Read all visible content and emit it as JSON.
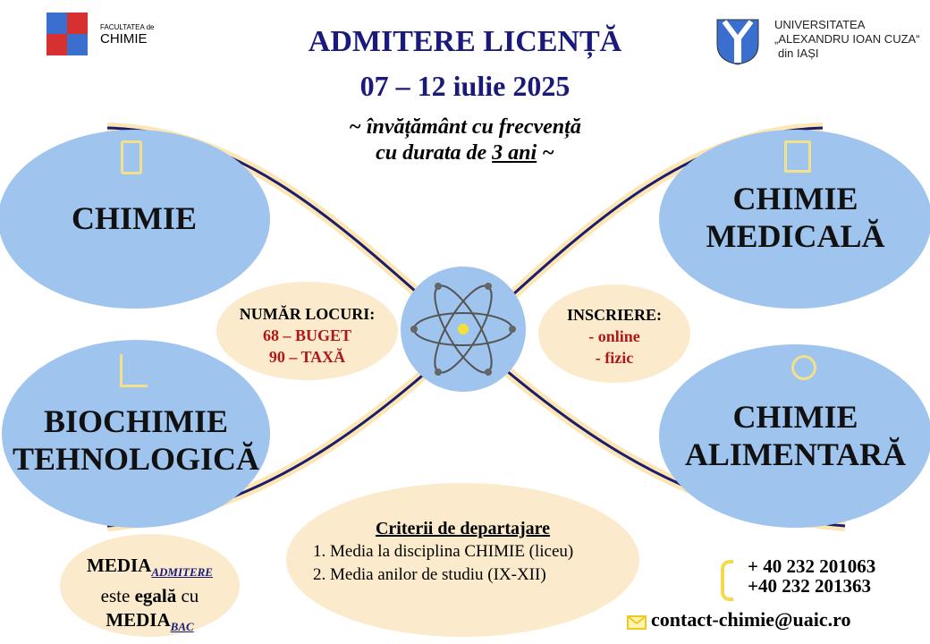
{
  "header": {
    "title": "ADMITERE LICENȚĂ",
    "dates": "07 – 12 iulie 2025",
    "subtitle_line1": "~ învățământ cu frecvență",
    "subtitle_line2_prefix": "cu durata de ",
    "subtitle_line2_duration": "3 ani",
    "subtitle_line2_suffix": " ~"
  },
  "logos": {
    "faculty_small": "FACULTATEA de",
    "faculty_big": "CHIMIE",
    "university_line1": "UNIVERSITATEA",
    "university_line2": "„ALEXANDRU IOAN CUZA“",
    "university_line3": "din IAȘI"
  },
  "programs": [
    {
      "name": "CHIMIE"
    },
    {
      "line1": "CHIMIE",
      "line2": "MEDICALĂ"
    },
    {
      "line1": "BIOCHIMIE",
      "line2": "TEHNOLOGICĂ"
    },
    {
      "line1": "CHIMIE",
      "line2": "ALIMENTARĂ"
    }
  ],
  "places": {
    "title": "NUMĂR LOCURI:",
    "budget": "68 – BUGET",
    "fee": "90 – TAXĂ"
  },
  "registration": {
    "title": "INSCRIERE:",
    "online": "- online",
    "physical": "- fizic"
  },
  "criteria": {
    "title": "Criterii de departajare",
    "items": [
      "1.  Media la disciplina CHIMIE (liceu)",
      "2. Media anilor de studiu (IX-XII)"
    ]
  },
  "media": {
    "word": "MEDIA",
    "sub_admitere": "ADMITERE",
    "middle_pre": "este ",
    "middle_bold": "egală",
    "middle_post": " cu",
    "sub_bac": "BAC"
  },
  "contact": {
    "phone1": "+ 40 232 201063",
    "phone2": "+40 232 201363",
    "email": "contact-chimie@uaic.ro"
  },
  "colors": {
    "navy": "#1a1a7a",
    "blue": "#9fc4ee",
    "cream": "#fbebcc",
    "red": "#b01818"
  }
}
